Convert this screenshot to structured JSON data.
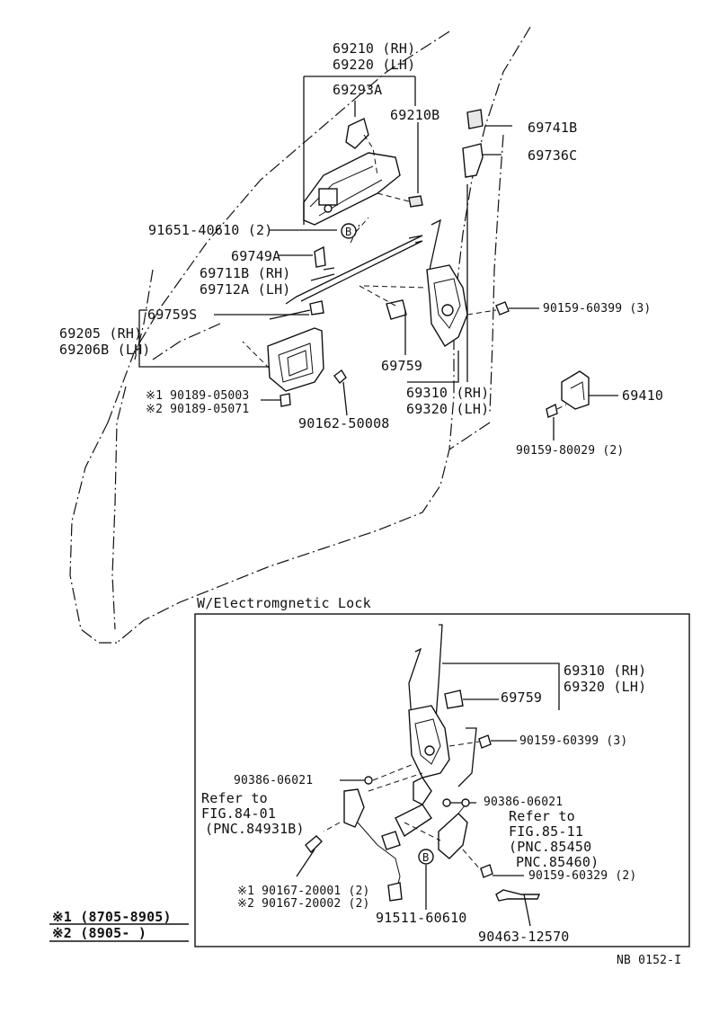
{
  "labels": {
    "l69210": "69210 (RH)",
    "l69220": "69220 (LH)",
    "l69293a": "69293A",
    "l69210b": "69210B",
    "l69741b": "69741B",
    "l69736c": "69736C",
    "l91651": "91651-40610 (2)",
    "l69749a": "69749A",
    "l69711b": "69711B (RH)",
    "l69712a": "69712A (LH)",
    "l69759s": "69759S",
    "l69205": "69205 (RH)",
    "l69206b": "69206B (LH)",
    "l90159a": "90159-60399 (3)",
    "l69759": "69759",
    "l69310": "69310 (RH)",
    "l69320": "69320 (LH)",
    "l69410": "69410",
    "l90189a": "※1 90189-05003",
    "l90189b": "※2 90189-05071",
    "l90162": "90162-50008",
    "l90159b": "90159-80029 (2)",
    "boxTitle": "W/Electromgnetic Lock",
    "bx69310": "69310 (RH)",
    "bx69320": "69320 (LH)",
    "bx69759": "69759",
    "bx90159a": "90159-60399 (3)",
    "bx90386a": "90386-06021",
    "bx90386b": "90386-06021",
    "bxRefer1a": "Refer to",
    "bxRefer1b": "FIG.84-01",
    "bxRefer1c": "(PNC.84931B)",
    "bxRefer2a": "Refer to",
    "bxRefer2b": "FIG.85-11",
    "bxRefer2c": "(PNC.85450",
    "bxRefer2d": "PNC.85460)",
    "bx90159b": "90159-60329 (2)",
    "bx90167a": "※1 90167-20001 (2)",
    "bx90167b": "※2 90167-20002 (2)",
    "bx91511": "91511-60610",
    "bx90463": "90463-12570",
    "bxB1": "B",
    "bxB2": "B",
    "note1": "※1 (8705-8905)",
    "note2": "※2 (8905-      )",
    "figId": "NB 0152-I"
  }
}
